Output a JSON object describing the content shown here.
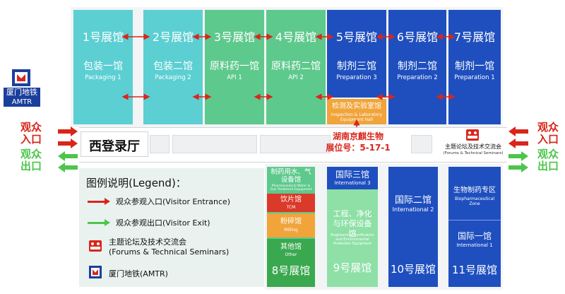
{
  "halls_top": [
    {
      "num": "1号展馆",
      "cn": "包装一馆",
      "en": "Packaging 1"
    },
    {
      "num": "2号展馆",
      "cn": "包装二馆",
      "en": "Packaging 2"
    },
    {
      "num": "3号展馆",
      "cn": "原料药一馆",
      "en": "API 1"
    },
    {
      "num": "4号展馆",
      "cn": "原料药二馆",
      "en": "API 2"
    },
    {
      "num": "5号展馆",
      "cn": "制剂三馆",
      "en": "Preparation 3"
    },
    {
      "num": "6号展馆",
      "cn": "制剂二馆",
      "en": "Preparation 2"
    },
    {
      "num": "7号展馆",
      "cn": "制剂一馆",
      "en": "Preparation 1"
    }
  ],
  "testing_hall": {
    "cn": "检测及实验室馆",
    "en": "Inspection & Laboratory Equipment Hall"
  },
  "highlight": {
    "line1": "湖南京麒生物",
    "line2": "展位号：5-17-1"
  },
  "metro_logo": {
    "cn": "厦门地铁",
    "en": "AMTR"
  },
  "entrance_left": [
    "观众",
    "入口"
  ],
  "exit_left": [
    "观众",
    "出口"
  ],
  "entrance_right": [
    "观众",
    "入口"
  ],
  "exit_right": [
    "观众",
    "出口"
  ],
  "registration_hall": "西登录厅",
  "forum": {
    "cn": "主题论坛及技术交流会",
    "en": "(Forums & Technical Seminars)"
  },
  "hall8": {
    "num": "8号展馆",
    "water": {
      "cn": "制药用水、气设备馆",
      "en": "Pharmaceutical Water & Gas Treatment Equipment"
    },
    "tcm": {
      "cn": "饮片馆",
      "en": "TCM"
    },
    "milling": {
      "cn": "粉碎馆",
      "en": "Milling"
    },
    "other": {
      "cn": "其他馆",
      "en": "Other"
    }
  },
  "hall9": {
    "num": "9号展馆",
    "intl3": {
      "cn": "国际三馆",
      "en": "International 3"
    },
    "env": {
      "cn": "工程、净化与环保设备馆",
      "en": "Engineering, Purification and Environmental Protection Equipment"
    }
  },
  "hall10": {
    "num": "10号展馆",
    "cn": "国际二馆",
    "en": "International 2"
  },
  "hall11": {
    "num": "11号展馆",
    "bio": {
      "cn": "生物制药专区",
      "en": "Biopharmaceutical Zone"
    },
    "intl1": {
      "cn": "国际一馆",
      "en": "International 1"
    }
  },
  "legend": {
    "title": "图例说明(Legend)：",
    "entrance": "观众参观入口(Visitor Entrance)",
    "exit": "观众参观出口(Visitor Exit)",
    "forum_line1": "主题论坛及技术交流会",
    "forum_line2": "(Forums & Technical Seminars)",
    "metro": "厦门地铁(AMTR)"
  },
  "colors": {
    "teal": "#5ccfd3",
    "green": "#5ec98c",
    "blue": "#1f4fbf",
    "orange": "#f0a43a",
    "red": "#d93a2a",
    "highlight_red": "#d8261c",
    "arrow_red": "#d8261c",
    "arrow_green": "#4cc64a"
  }
}
